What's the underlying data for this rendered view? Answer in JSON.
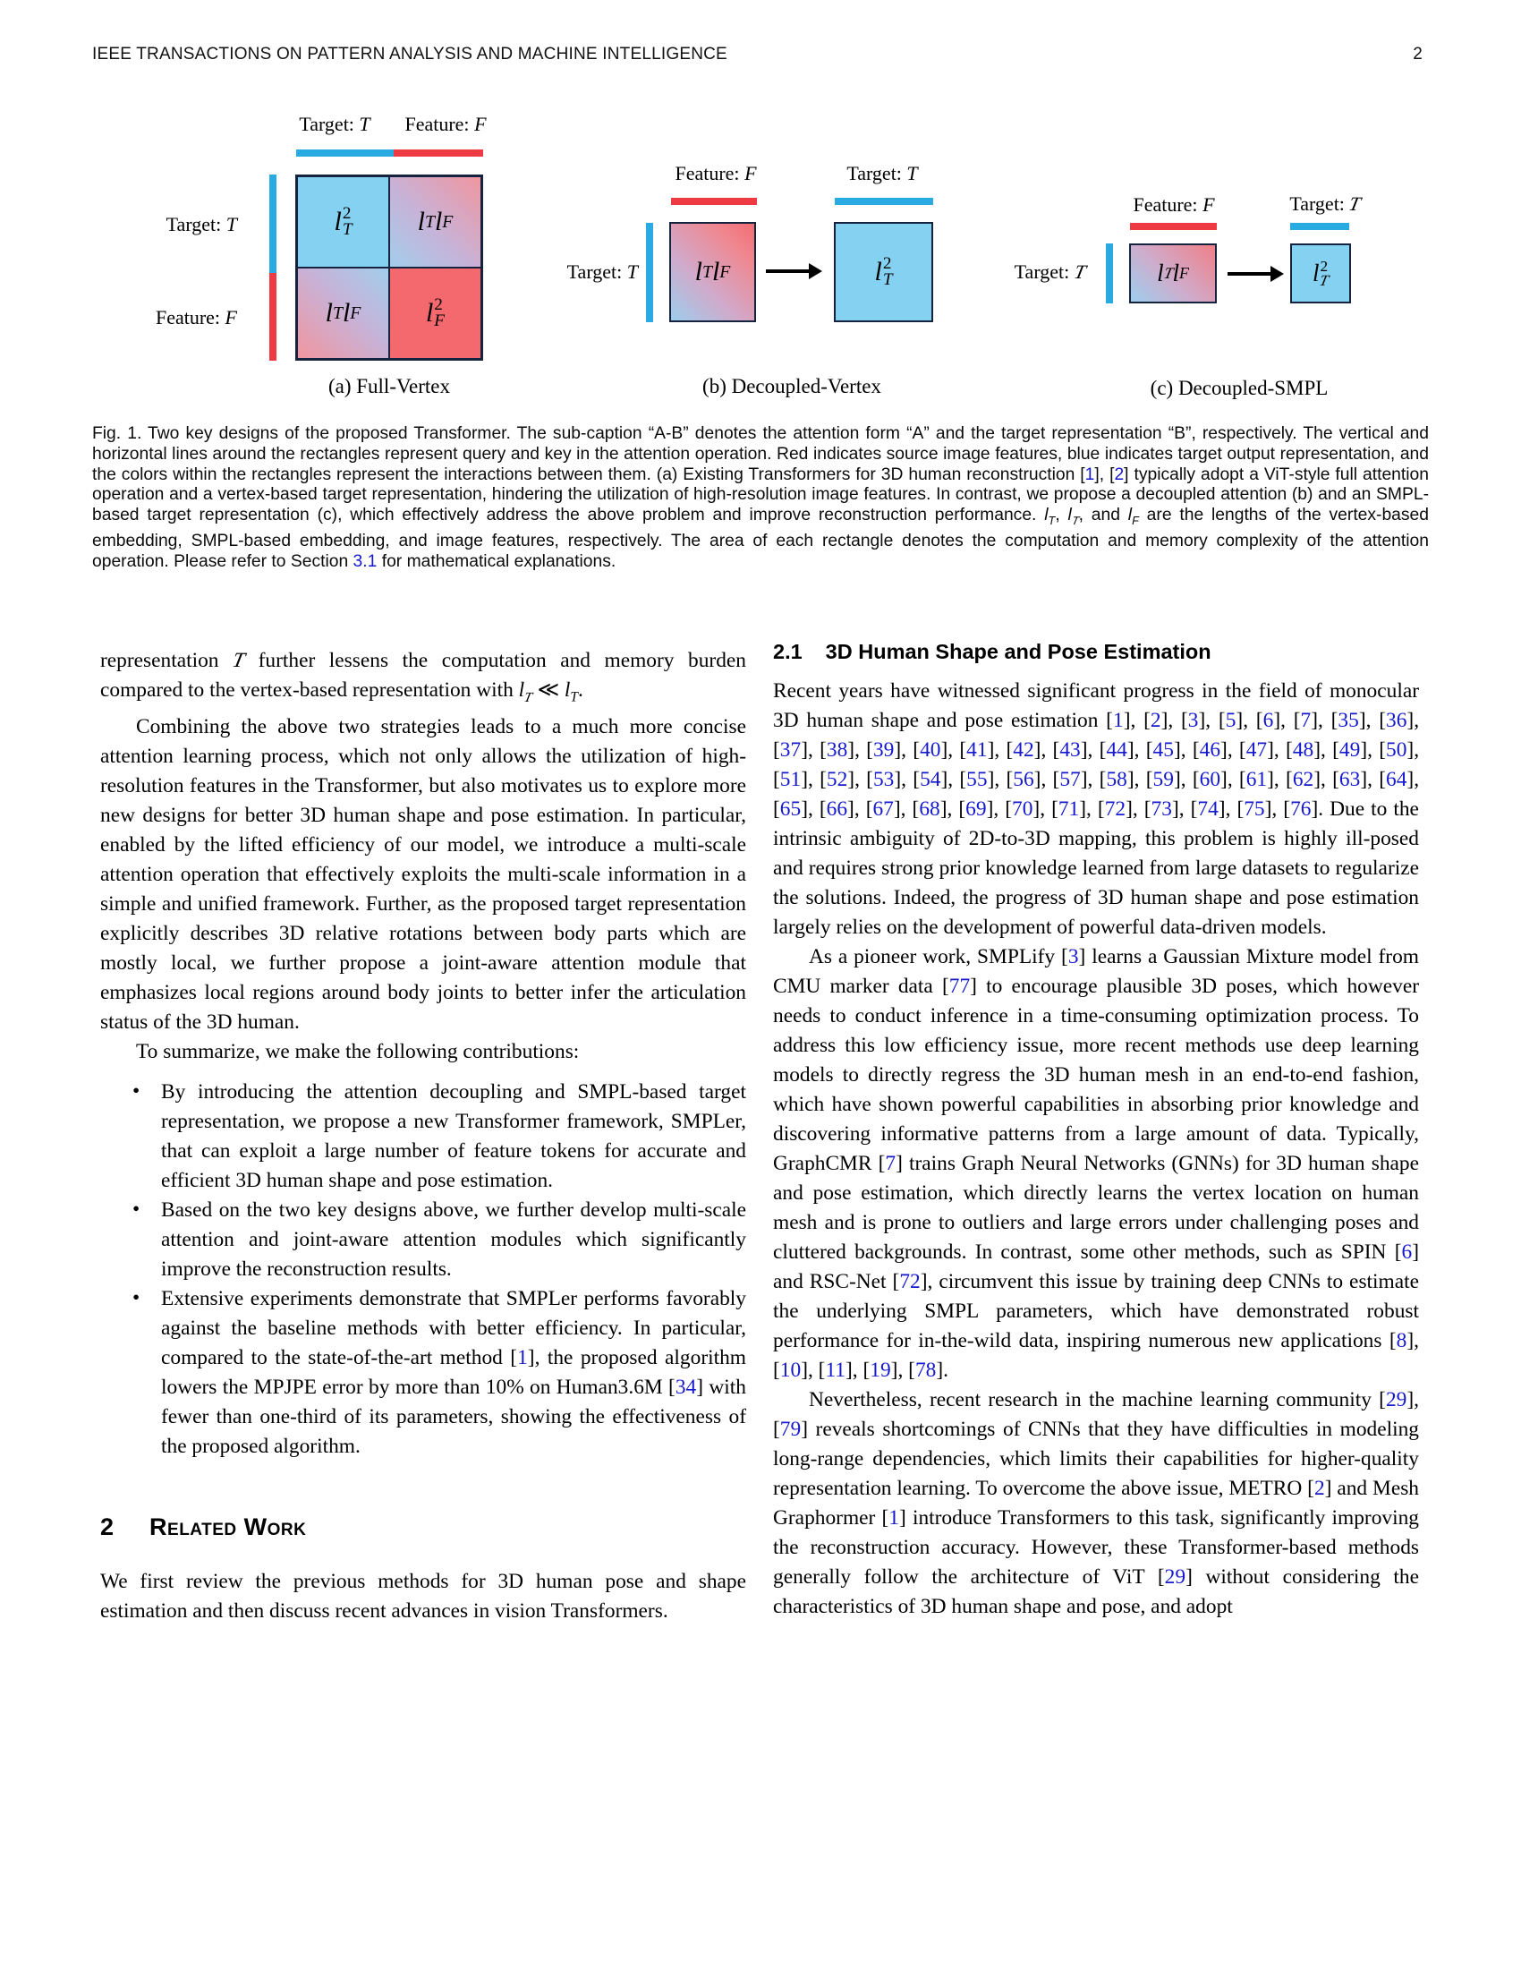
{
  "header": {
    "journal": "IEEE TRANSACTIONS ON PATTERN ANALYSIS AND MACHINE INTELLIGENCE",
    "page_number": "2"
  },
  "colors": {
    "query_key_blue": "#29abe2",
    "query_key_red": "#ee3b43",
    "cell_blue": "#85d1f1",
    "cell_red": "#f4696e",
    "cell_border": "#16233f",
    "citation_blue": "#1519cd"
  },
  "figure": {
    "panel_a": {
      "col_labels": [
        "Target: {iT}",
        "Feature: {iF}"
      ],
      "row_labels": [
        "Target: {iT}",
        "Feature: {iF}"
      ],
      "cells": [
        "{l2T}",
        "{lTlF}",
        "{lTlF}",
        "{l2F}"
      ],
      "caption": "(a) Full-Vertex"
    },
    "panel_b": {
      "top_labels": [
        "Feature: {iF}",
        "Target: {iT}"
      ],
      "left_label": "Target: {iT}",
      "box1": "{lTlF}",
      "box2": "{l2T}",
      "caption": "(b) Decoupled-Vertex"
    },
    "panel_c": {
      "top_labels": [
        "Feature: {iF}",
        "Target: {cT}"
      ],
      "left_label": "Target: {cT}",
      "box1": "{lTclF}",
      "box2": "{l2Tc}",
      "caption": "(c) Decoupled-SMPL"
    },
    "caption": "Fig. 1.  Two key designs of the proposed Transformer. The sub-caption “A-B” denotes the attention form “A” and the target representation “B”, respectively. The vertical and horizontal lines around the rectangles represent query and key in the attention operation. Red indicates source image features, blue indicates target output representation, and the colors within the rectangles represent the interactions between them. (a) Existing Transformers for 3D human reconstruction [1], [2] typically adopt a ViT-style full attention operation and a vertex-based target representation, hindering the utilization of high-resolution image features. In contrast, we propose a decoupled attention (b) and an SMPL-based target representation (c), which effectively address the above problem and improve reconstruction performance. {lT}, {lTc}, and {lF} are the lengths of the vertex-based embedding, SMPL-based embedding, and image features, respectively. The area of each rectangle denotes the computation and memory complexity of the attention operation. Please refer to Section {s:3.1} for mathematical explanations."
  },
  "left_column": {
    "paragraphs": [
      "representation {cT} further lessens the computation and memory burden compared to the vertex-based representation with {lTc} ≪ {lT}.",
      "Combining the above two strategies leads to a much more concise attention learning process, which not only allows the utilization of high-resolution features in the Transformer, but also motivates us to explore more new designs for better 3D human shape and pose estimation. In particular, enabled by the lifted efficiency of our model, we introduce a multi-scale attention operation that effectively exploits the multi-scale information in a simple and unified framework. Further, as the proposed target representation explicitly describes 3D relative rotations between body parts which are mostly local, we further propose a joint-aware attention module that emphasizes local regions around body joints to better infer the articulation status of the 3D human.",
      "To summarize, we make the following contributions:"
    ],
    "bullets": [
      "By introducing the attention decoupling and SMPL-based target representation, we propose a new Transformer framework, SMPLer, that can exploit a large number of feature tokens for accurate and efficient 3D human shape and pose estimation.",
      "Based on the two key designs above, we further develop multi-scale attention and joint-aware attention modules which significantly improve the reconstruction results.",
      "Extensive experiments demonstrate that SMPLer performs favorably against the baseline methods with better efficiency. In particular, compared to the state-of-the-art method [1], the proposed algorithm lowers the MPJPE error by more than 10% on Human3.6M [34] with fewer than one-third of its parameters, showing the effectiveness of the proposed algorithm."
    ],
    "section": {
      "number": "2",
      "title": "Related Work",
      "paragraph": "We first review the previous methods for 3D human pose and shape estimation and then discuss recent advances in vision Transformers."
    }
  },
  "right_column": {
    "heading": {
      "number": "2.1",
      "title": "3D Human Shape and Pose Estimation"
    },
    "paragraphs": [
      "Recent years have witnessed significant progress in the field of monocular 3D human shape and pose estimation [1], [2], [3], [5], [6], [7], [35], [36], [37], [38], [39], [40], [41], [42], [43], [44], [45], [46], [47], [48], [49], [50], [51], [52], [53], [54], [55], [56], [57], [58], [59], [60], [61], [62], [63], [64], [65], [66], [67], [68], [69], [70], [71], [72], [73], [74], [75], [76]. Due to the intrinsic ambiguity of 2D-to-3D mapping, this problem is highly ill-posed and requires strong prior knowledge learned from large datasets to regularize the solutions. Indeed, the progress of 3D human shape and pose estimation largely relies on the development of powerful data-driven models.",
      "As a pioneer work, SMPLify [3] learns a Gaussian Mixture model from CMU marker data [77] to encourage plausible 3D poses, which however needs to conduct inference in a time-consuming optimization process. To address this low efficiency issue, more recent methods use deep learning models to directly regress the 3D human mesh in an end-to-end fashion, which have shown powerful capabilities in absorbing prior knowledge and discovering informative patterns from a large amount of data. Typically, GraphCMR [7] trains Graph Neural Networks (GNNs) for 3D human shape and pose estimation, which directly learns the vertex location on human mesh and is prone to outliers and large errors under challenging poses and cluttered backgrounds. In contrast, some other methods, such as SPIN [6] and RSC-Net [72], circumvent this issue by training deep CNNs to estimate the underlying SMPL parameters, which have demonstrated robust performance for in-the-wild data, inspiring numerous new applications [8], [10], [11], [19], [78].",
      "Nevertheless, recent research in the machine learning community [29], [79] reveals shortcomings of CNNs that they have difficulties in modeling long-range dependencies, which limits their capabilities for higher-quality representation learning. To overcome the above issue, METRO [2] and Mesh Graphormer [1] introduce Transformers to this task, significantly improving the reconstruction accuracy. However, these Transformer-based methods generally follow the architecture of ViT [29] without considering the characteristics of 3D human shape and pose, and adopt"
    ]
  }
}
